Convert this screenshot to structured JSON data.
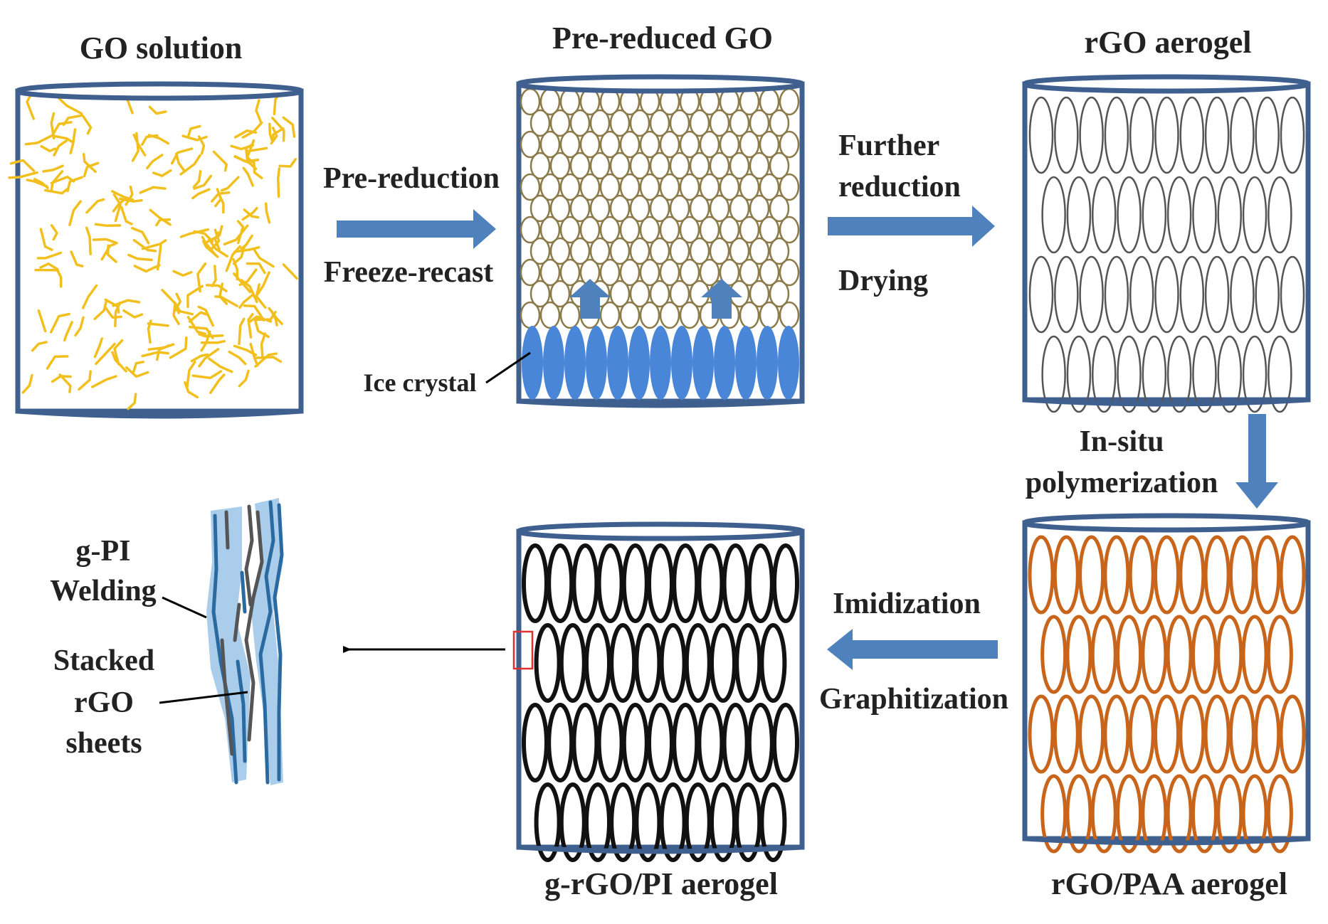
{
  "stages": {
    "go_solution": {
      "title": "GO solution"
    },
    "pre_reduced_go": {
      "title": "Pre-reduced GO",
      "callout": "Ice crystal"
    },
    "rgo_aerogel": {
      "title": "rGO aerogel"
    },
    "rgo_paa_aerogel": {
      "title": "rGO/PAA aerogel"
    },
    "g_rgo_pi_aerogel": {
      "title": "g-rGO/PI aerogel"
    }
  },
  "steps": {
    "step1": {
      "line1": "Pre-reduction",
      "line2": "Freeze-recast"
    },
    "step2": {
      "line1": "Further",
      "line2": "reduction",
      "line3": "Drying"
    },
    "step3": {
      "line1": "In-situ",
      "line2": "polymerization"
    },
    "step4": {
      "line1": "Imidization",
      "line2": "Graphitization"
    }
  },
  "inset": {
    "welding_line1": "g-PI",
    "welding_line2": "Welding",
    "stacked_line1": "Stacked",
    "stacked_line2": "rGO",
    "stacked_line3": "sheets"
  },
  "colors": {
    "cylinder_outline": "#3f5f8f",
    "arrow": "#4f81bd",
    "go_flake": "#f2c01e",
    "pre_reduced_cell": "#8c7b4a",
    "ice": "#4a86d8",
    "rgo_cell": "#555555",
    "paa_cell": "#c8651b",
    "pi_cell": "#111111",
    "inset_bg": "#a9cdea",
    "inset_line_blue": "#2a6aa0",
    "inset_line_gray": "#555555",
    "highlight_box": "#e03030"
  }
}
